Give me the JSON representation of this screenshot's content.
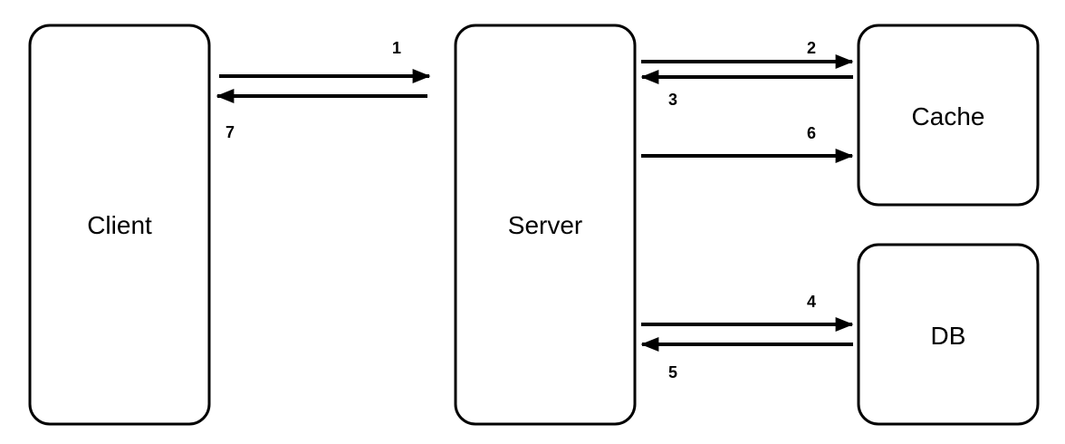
{
  "nodes": {
    "client": "Client",
    "server": "Server",
    "cache": "Cache",
    "db": "DB"
  },
  "steps": {
    "s1": "1",
    "s2": "2",
    "s3": "3",
    "s4": "4",
    "s5": "5",
    "s6": "6",
    "s7": "7"
  }
}
